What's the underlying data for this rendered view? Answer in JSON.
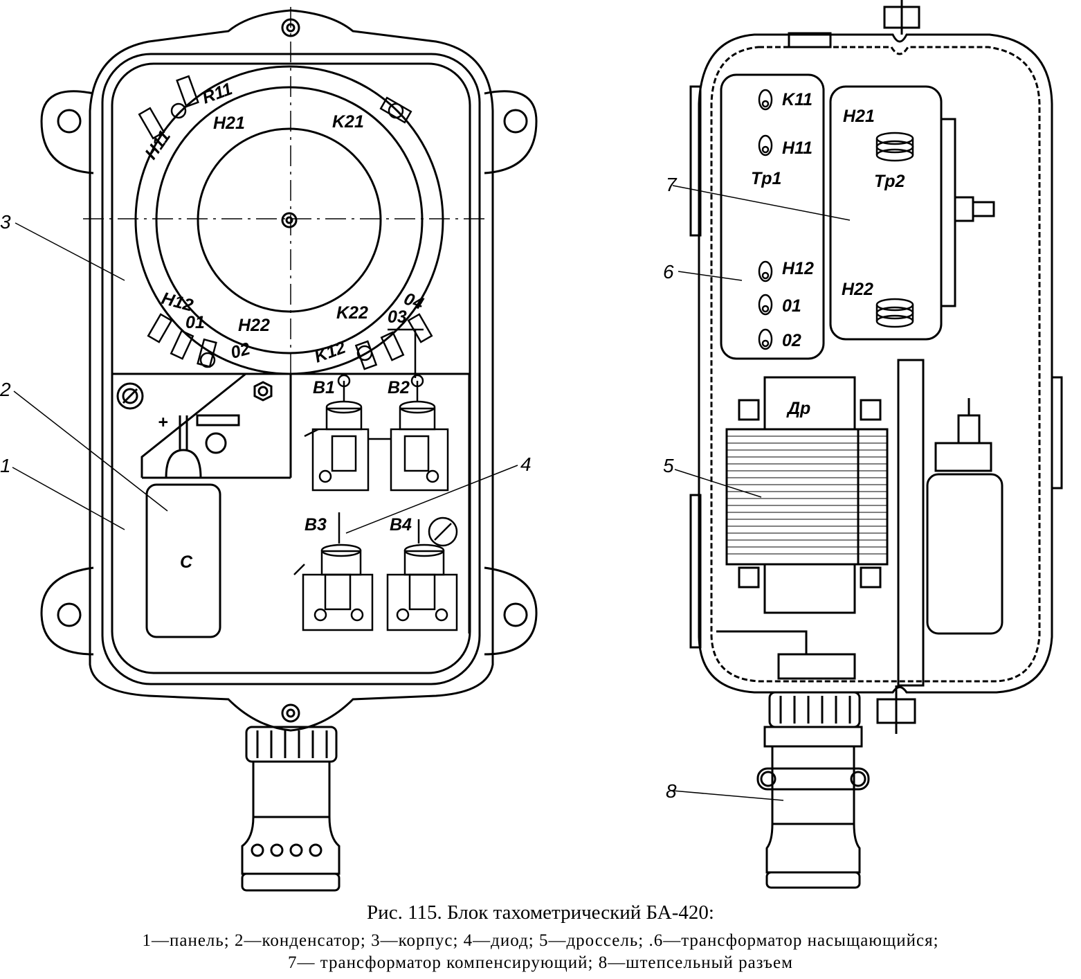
{
  "figure": {
    "title": "Рис. 115. Блок тахометрический БА-420:",
    "legend_line1": "1—панель; 2—конденсатор; 3—корпус; 4—диод; 5—дроссель; .6—трансформатор насыщающийся;",
    "legend_line2": "7— трансформатор компенсирующий; 8—штепсельный разъем"
  },
  "callouts": [
    "1",
    "2",
    "3",
    "4",
    "5",
    "6",
    "7",
    "8"
  ],
  "left_view": {
    "terminals": [
      "H11",
      "R11",
      "H21",
      "K21",
      "H12",
      "01",
      "H22",
      "02",
      "K22",
      "03",
      "04",
      "K12"
    ],
    "diodes": [
      "B1",
      "B2",
      "B3",
      "B4"
    ],
    "capacitor": "C",
    "plus_sign": "+"
  },
  "right_view": {
    "terminals": [
      "K11",
      "H11",
      "H12",
      "01",
      "02",
      "H21",
      "H22"
    ],
    "transformers": [
      "Tp1",
      "Tp2"
    ],
    "choke": "Др"
  }
}
